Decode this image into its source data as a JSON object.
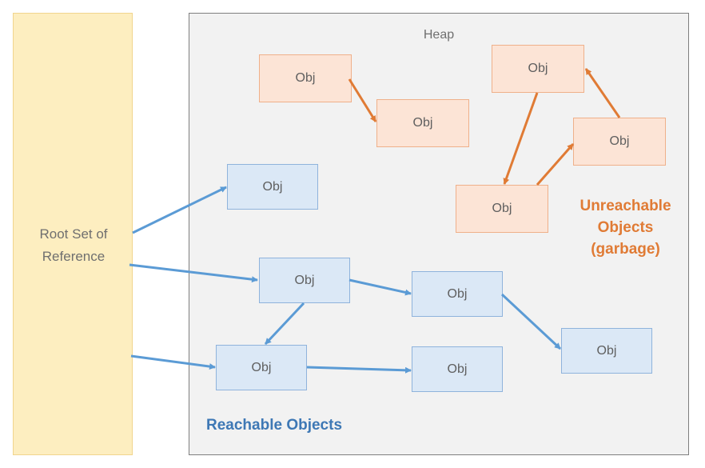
{
  "root": {
    "label": "Root Set of\nReference"
  },
  "heap": {
    "title": "Heap"
  },
  "objects": {
    "u1": "Obj",
    "u2": "Obj",
    "u3": "Obj",
    "u4": "Obj",
    "u5": "Obj",
    "r1": "Obj",
    "r2": "Obj",
    "r3": "Obj",
    "r4": "Obj",
    "r5": "Obj",
    "r6": "Obj"
  },
  "labels": {
    "unreachable": "Unreachable\nObjects\n(garbage)",
    "reachable": "Reachable Objects"
  },
  "colors": {
    "unreachable_arrow": "#e07b35",
    "reachable_arrow": "#5b9bd5"
  }
}
